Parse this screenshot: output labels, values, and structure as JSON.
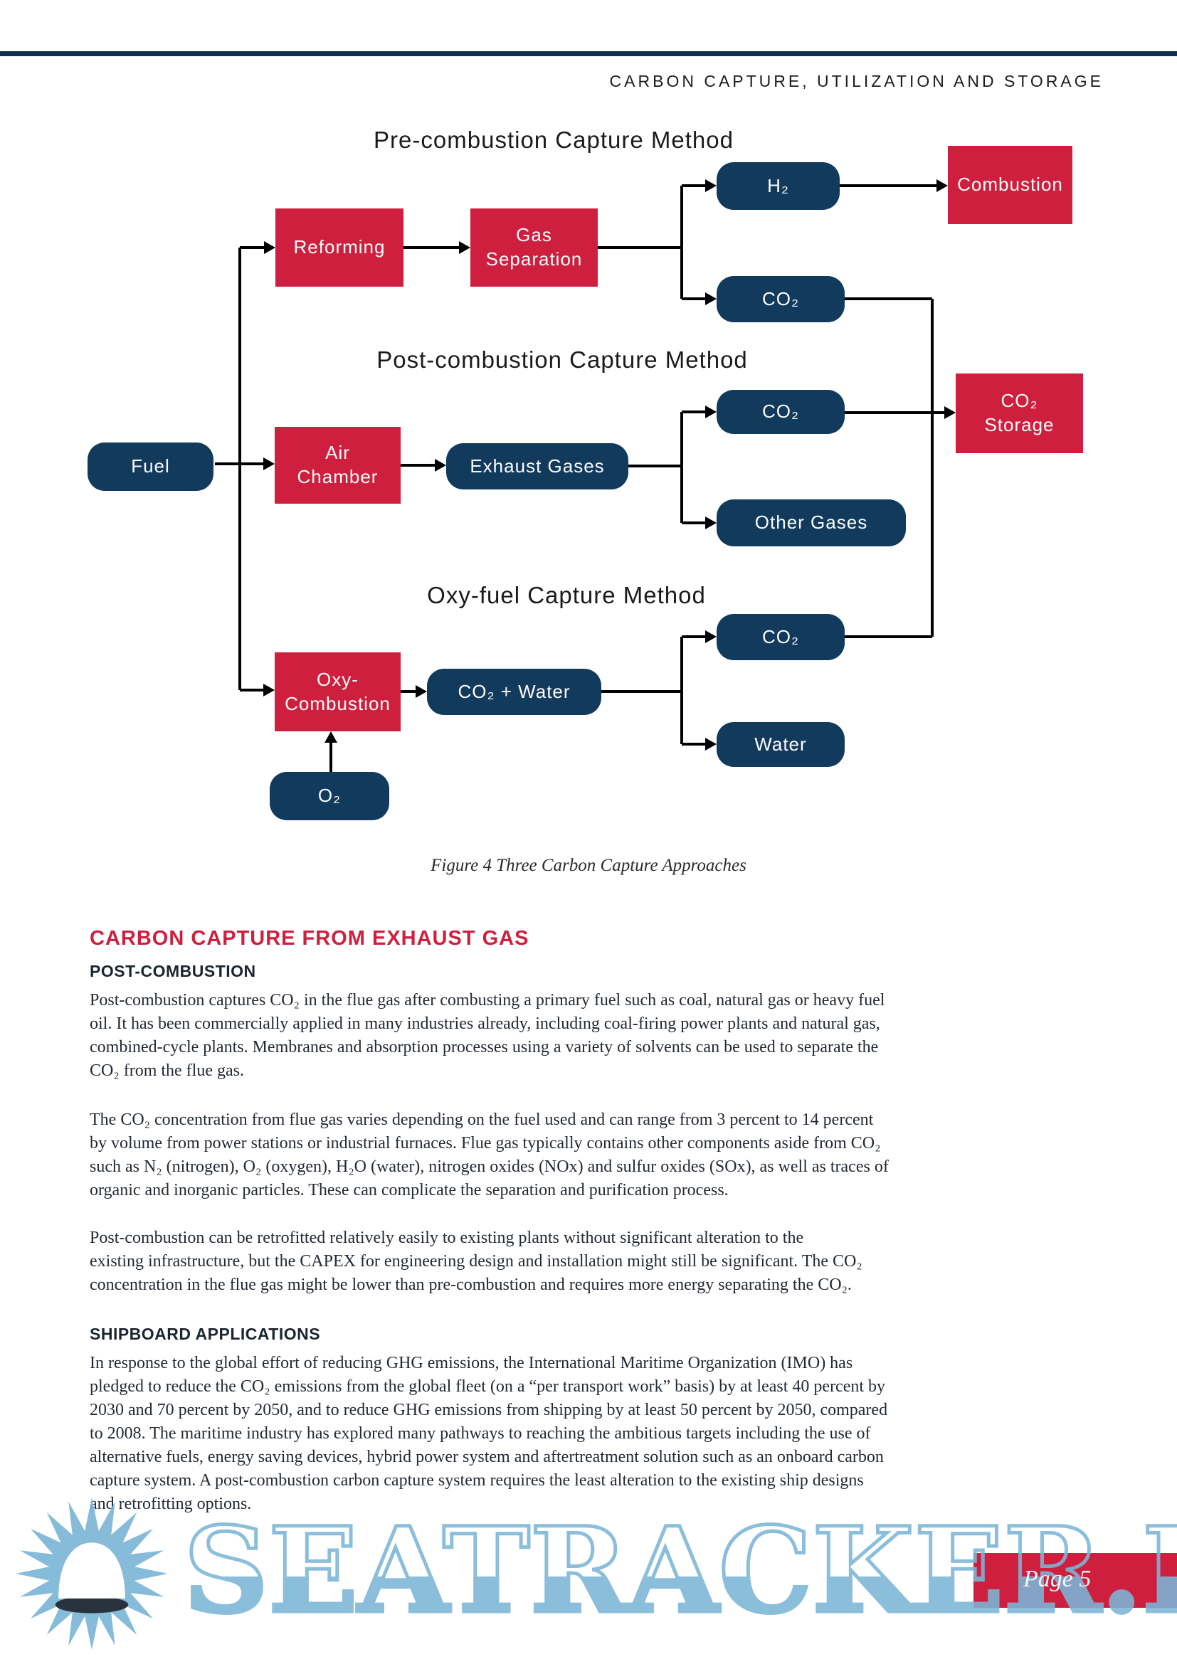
{
  "header": {
    "title": "CARBON CAPTURE, UTILIZATION AND STORAGE"
  },
  "diagram": {
    "pre": {
      "title": "Pre-combustion Capture Method",
      "reforming": "Reforming",
      "gas_separation": "Gas\nSeparation",
      "h2": "H₂",
      "combustion": "Combustion",
      "co2": "CO₂"
    },
    "post": {
      "title": "Post-combustion Capture Method",
      "fuel": "Fuel",
      "air_chamber": "Air\nChamber",
      "exhaust_gases": "Exhaust Gases",
      "co2": "CO₂",
      "other_gases": "Other Gases",
      "co2_storage": "CO₂\nStorage"
    },
    "oxy": {
      "title": "Oxy-fuel Capture Method",
      "oxy_combustion": "Oxy-\nCombustion",
      "co2_water": "CO₂ + Water",
      "co2": "CO₂",
      "water": "Water",
      "o2": "O₂"
    }
  },
  "caption": "Figure 4 Three Carbon Capture Approaches",
  "content": {
    "section_title": "CARBON CAPTURE FROM EXHAUST GAS",
    "sub1": "POST-COMBUSTION",
    "p1": "Post-combustion captures CO₂ in the flue gas after combusting a primary fuel such as coal, natural gas or heavy fuel\noil. It has been commercially applied in many industries already, including coal-firing power plants and natural gas,\ncombined-cycle plants. Membranes and absorption processes using a variety of solvents can be used to separate the\nCO₂ from the flue gas.",
    "p2": "The CO₂ concentration from flue gas varies depending on the fuel used and can range from 3 percent to 14 percent\nby volume from power stations or industrial furnaces. Flue gas typically contains other components aside from CO₂\nsuch as N₂ (nitrogen), O₂ (oxygen), H₂O (water), nitrogen oxides (NOx) and sulfur oxides (SOx), as well as traces of\norganic and inorganic particles. These can complicate the separation and purification process.",
    "p3": "Post-combustion can be retrofitted relatively easily to existing plants without significant alteration to the\nexisting infrastructure, but the CAPEX for engineering design and installation might still be significant. The CO₂\nconcentration in the flue gas might be lower than pre-combustion and requires more energy separating the CO₂.",
    "sub2": "SHIPBOARD APPLICATIONS",
    "p4": "In response to the global effort of reducing GHG emissions, the International Maritime Organization (IMO) has\npledged to reduce the CO₂ emissions from the global fleet (on a “per transport work” basis) by at least 40 percent by\n2030 and 70 percent by 2050, and to reduce GHG emissions from shipping by at least 50 percent by 2050, compared\nto 2008. The maritime industry has explored many pathways to reaching the ambitious targets including the use of\nalternative fuels, energy saving devices, hybrid power system and aftertreatment solution such as an onboard carbon\ncapture system. A post-combustion carbon capture system requires the least alteration to the existing ship designs\nand retrofitting options.",
    "footnote_line": ""
  },
  "watermark": {
    "text": "SEATRACKER.RU",
    "icon": "sun-icon"
  },
  "footer": {
    "page_label": "Page 5"
  },
  "colors": {
    "accent_red": "#ce203e",
    "navy": "#123a5c",
    "line_black": "#000000",
    "watermark_blue": "#7cb6d7",
    "top_bar": "#0f3150"
  }
}
